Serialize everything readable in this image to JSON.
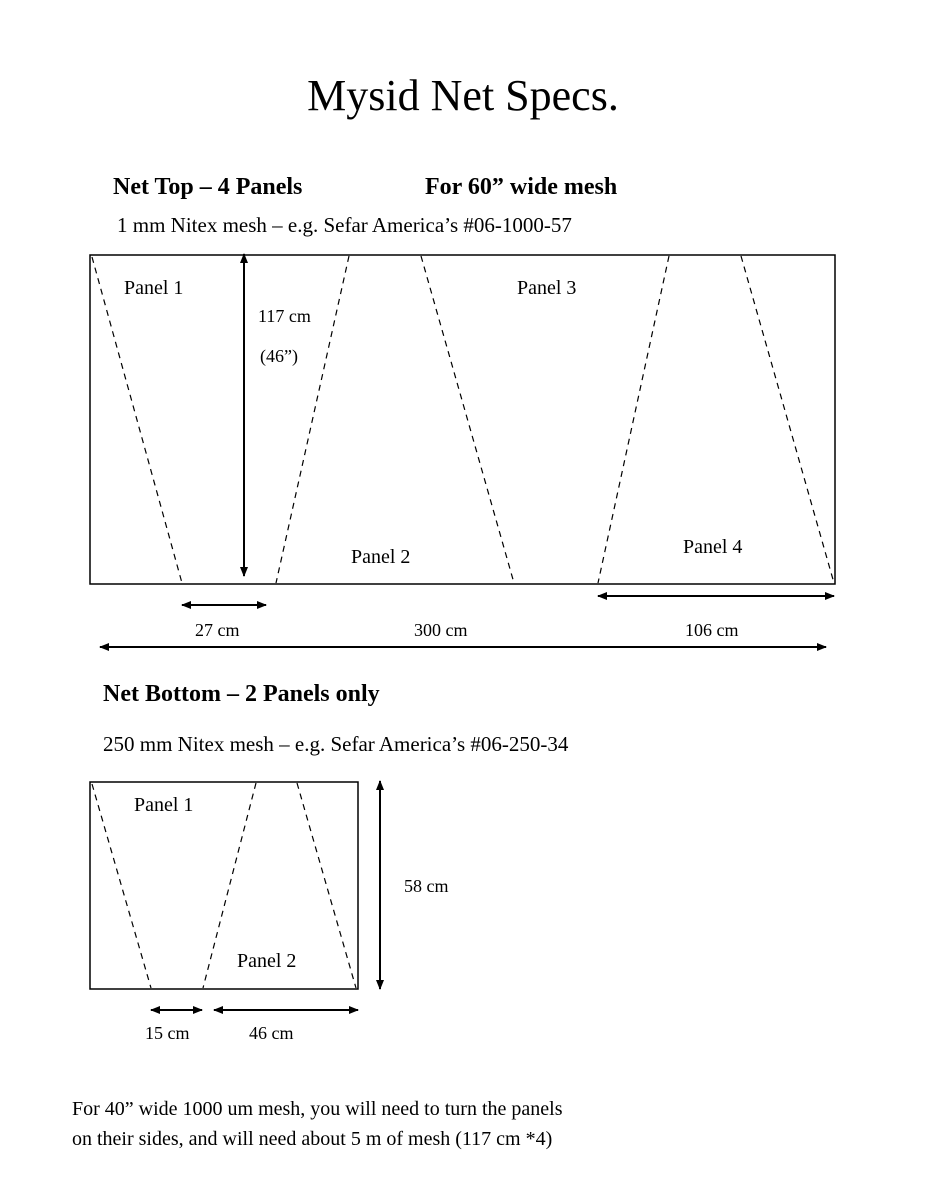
{
  "title": "Mysid Net Specs.",
  "net_top": {
    "heading": "Net Top – 4 Panels",
    "width_note": "For 60” wide mesh",
    "material": "1 mm Nitex mesh – e.g. Sefar America’s #06-1000-57",
    "panels": [
      "Panel 1",
      "Panel 2",
      "Panel 3",
      "Panel 4"
    ],
    "height": "117 cm",
    "height_in": "(46”)",
    "narrow_width": "27 cm",
    "total_length": "300 cm",
    "wide_width": "106 cm"
  },
  "net_bottom": {
    "heading": "Net Bottom – 2 Panels only",
    "material": "250 mm Nitex mesh – e.g. Sefar America’s #06-250-34",
    "panels": [
      "Panel 1",
      "Panel 2"
    ],
    "height": "58 cm",
    "narrow_width": "15 cm",
    "wide_width": "46 cm"
  },
  "footnote": {
    "line1": "For 40” wide 1000 um mesh, you will need to turn the panels",
    "line2": "on their sides, and will need about 5 m of mesh (117 cm *4)"
  }
}
